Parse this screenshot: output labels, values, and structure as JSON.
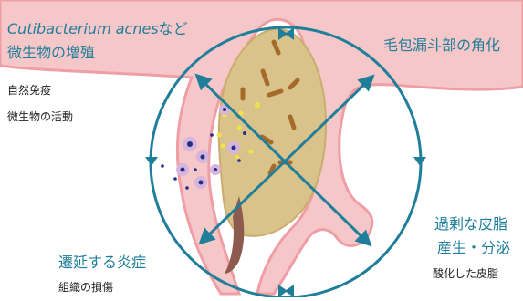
{
  "labels": {
    "microbe_title_line1_species": "Cutibacterium acnes",
    "microbe_title_line1_suffix": "など",
    "microbe_title_line2": "微生物の増殖",
    "microbe_sub1": "自然免疫",
    "microbe_sub2": "微生物の活動",
    "keratin_title": "毛包漏斗部の角化",
    "sebum_title_line1": "過剰な皮脂",
    "sebum_title_line2": "産生・分泌",
    "sebum_sub": "酸化した皮脂",
    "inflammation_title": "遷延する炎症",
    "inflammation_sub": "組織の損傷"
  },
  "colors": {
    "accent": "#1f7e9a",
    "skin": "#f6c7c9",
    "skin_edge": "#ef9ea6",
    "sebum": "#d9c38a",
    "keratin": "#a66b2a",
    "microbe": "#d7b4dc",
    "microbe_core": "#1f2f8a",
    "lipid_dot": "#f1e24a",
    "hair": "#8c5a4e"
  }
}
